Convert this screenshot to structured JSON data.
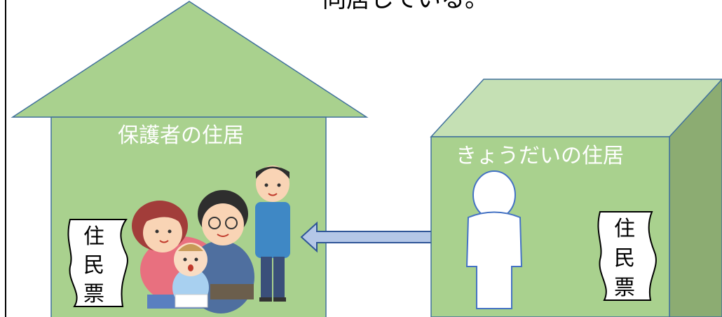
{
  "caption_fragment": "同居している。",
  "left_house": {
    "title": "保護者の住居",
    "doc": [
      "住",
      "民",
      "票"
    ]
  },
  "right_house": {
    "title": "きょうだいの住居",
    "doc": [
      "住",
      "民",
      "票"
    ]
  },
  "colors": {
    "house_fill": "#a9d18e",
    "house_stroke": "#41719c",
    "box_top": "#c5e0b4",
    "box_side": "#8cac72",
    "arrow_fill": "#b4c7e7",
    "arrow_stroke": "#2f5597",
    "text_white": "#ffffff"
  },
  "icons": [
    "family-illustration",
    "silhouette-person-icon",
    "left-arrow-icon",
    "resident-record-document-icon"
  ]
}
